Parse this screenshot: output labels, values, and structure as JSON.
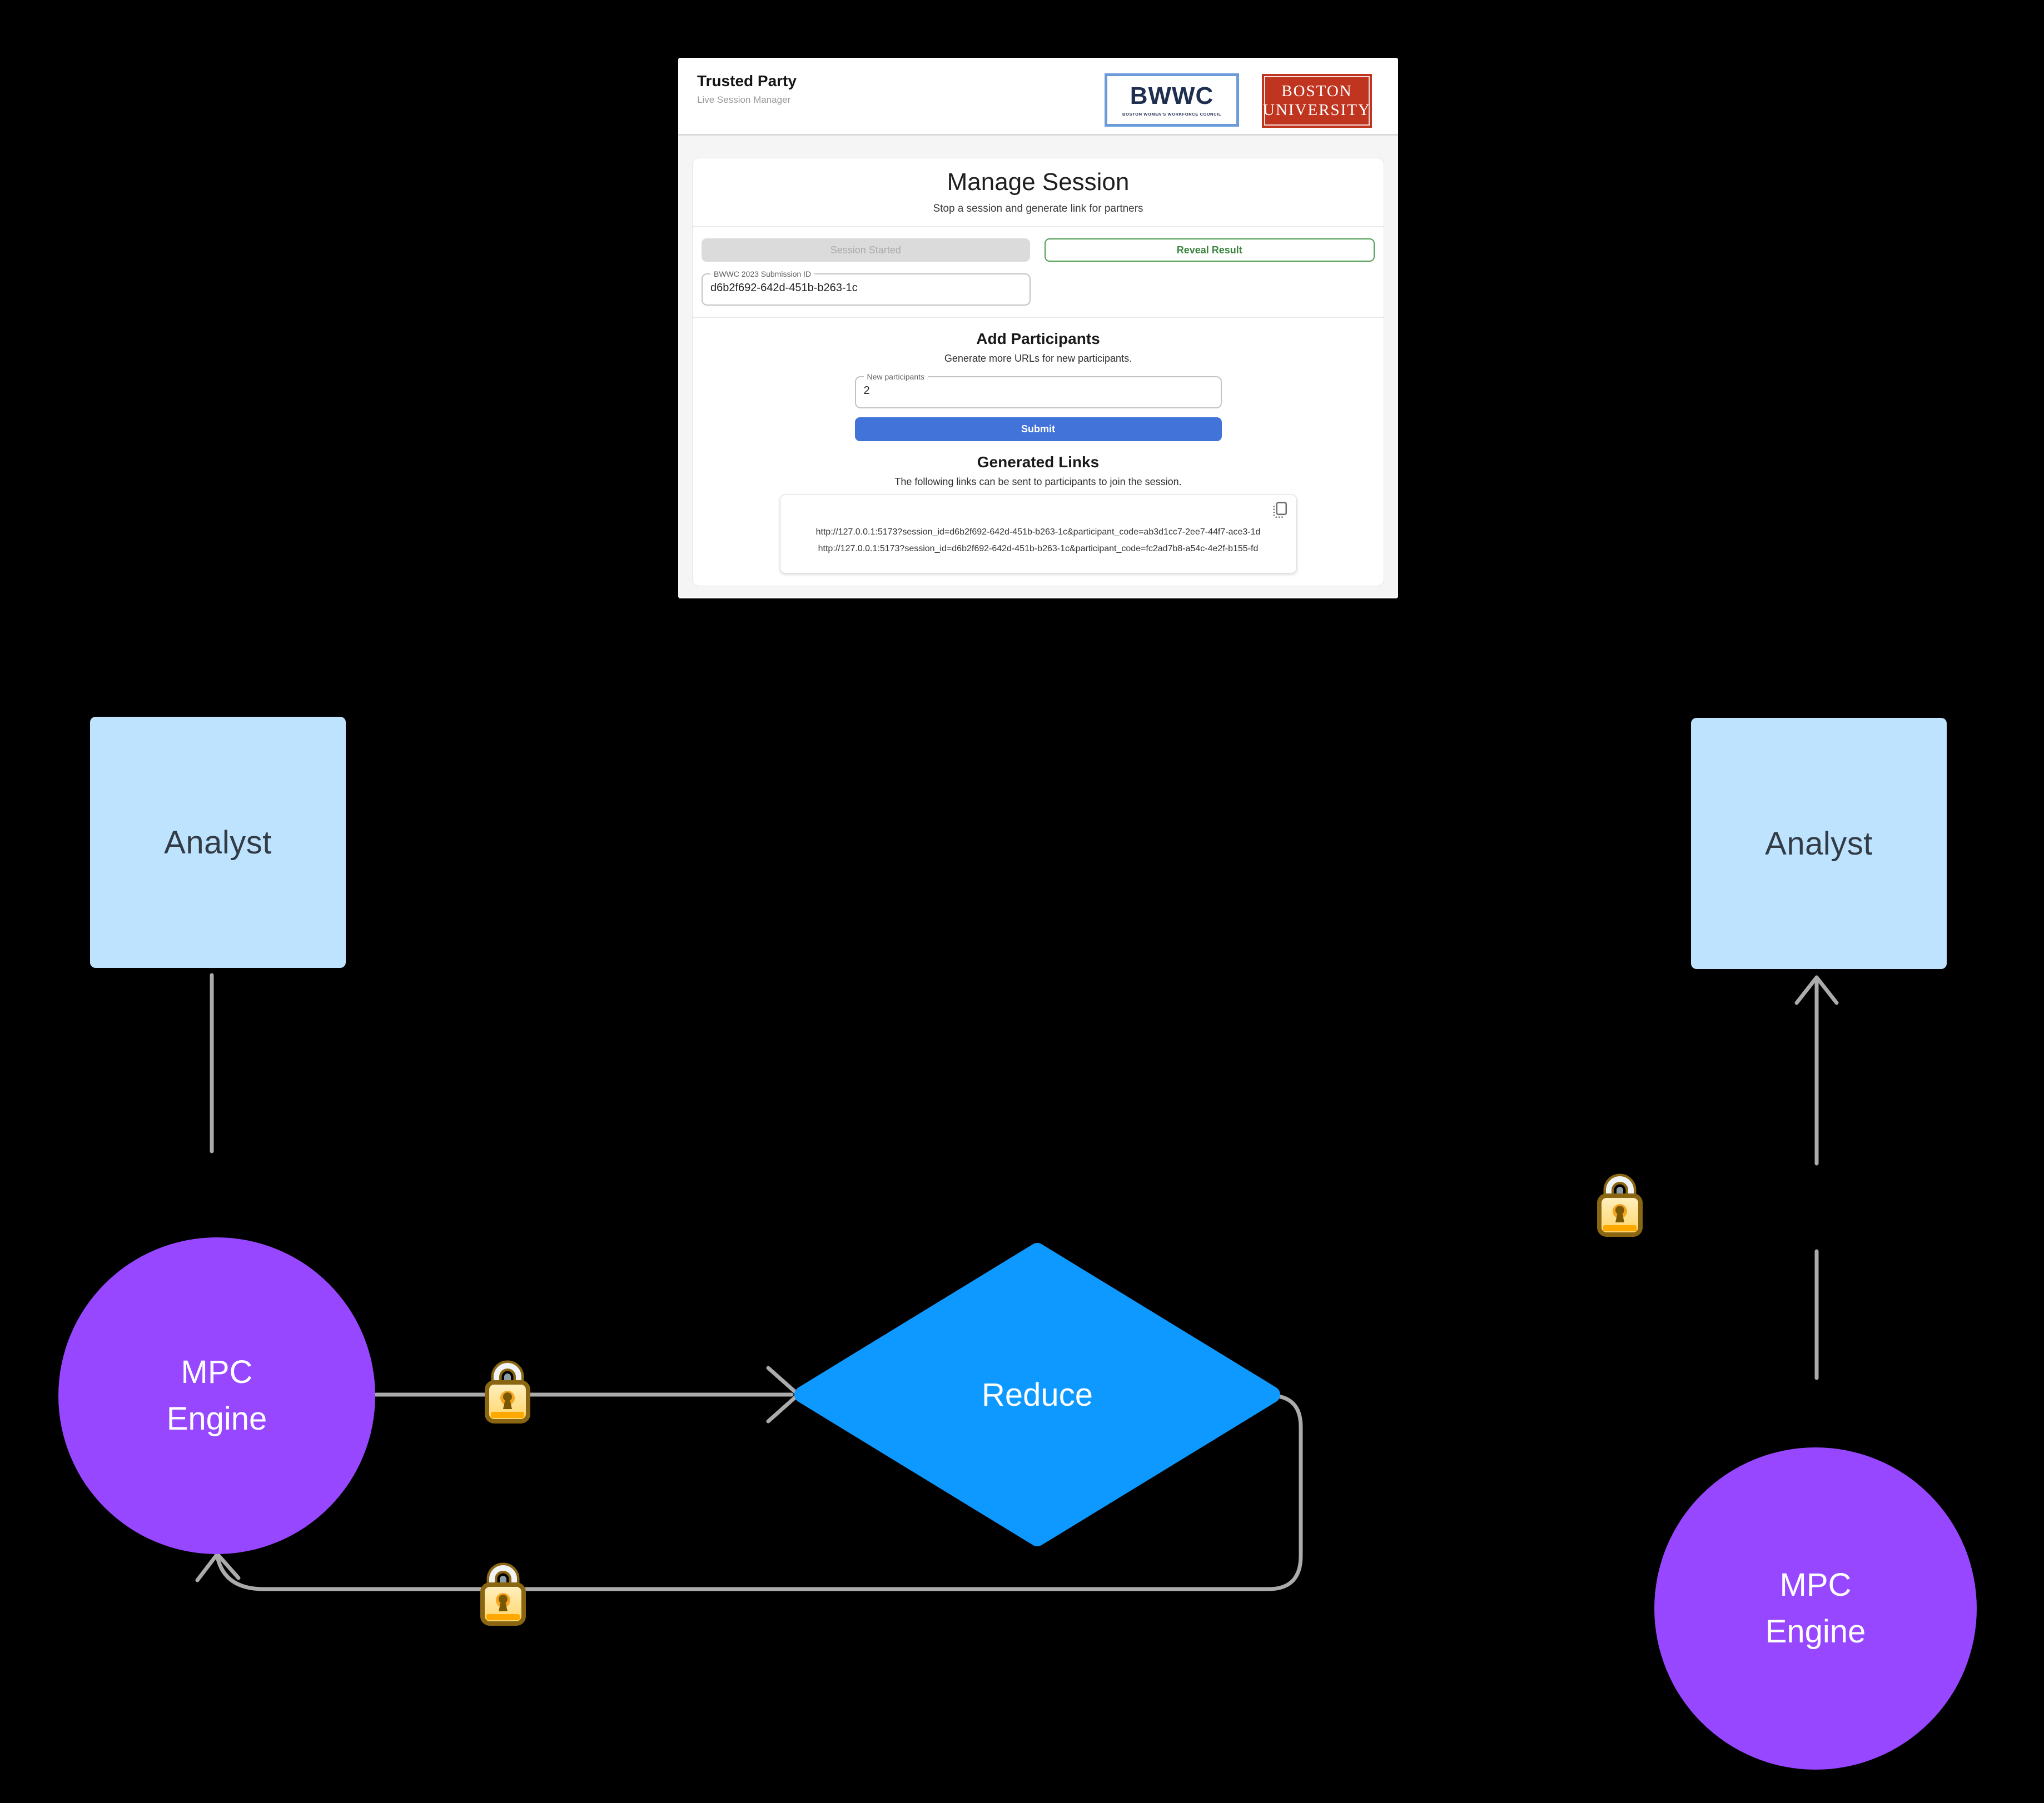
{
  "colors": {
    "background": "#000000",
    "connector": "#ABABAB",
    "analyst_fill": "#BDE3FF",
    "analyst_text": "#333B45",
    "mpc_fill": "#9747FF",
    "mpc_text": "#FFFFFF",
    "reduce_fill": "#0D99FF",
    "reduce_text": "#FFFFFF",
    "submit_blue": "#4273D9",
    "reveal_green": "#3B8540",
    "disabled_gray": "#DBDBDB",
    "disabled_text": "#ABABAB",
    "bu_red": "#C0351F",
    "bwwc_navy": "#1E2F4F",
    "bwwc_border": "#6B9CD9"
  },
  "icons": {
    "copy": "copy-icon",
    "lock": "lock-icon"
  },
  "browser": {
    "header": {
      "title": "Trusted Party",
      "subtitle": "Live Session Manager"
    },
    "logos": {
      "bwwc": {
        "name": "BWWC",
        "caption": "BOSTON WOMEN'S WORKFORCE COUNCIL"
      },
      "bu": {
        "line1": "BOSTON",
        "line2": "UNIVERSITY"
      }
    },
    "manage_session": {
      "title": "Manage Session",
      "subtitle": "Stop a session and generate link for partners",
      "session_started_label": "Session Started",
      "reveal_result_label": "Reveal Result",
      "submission_id_label": "BWWC 2023 Submission ID",
      "submission_id_value": "d6b2f692-642d-451b-b263-1c"
    },
    "add_participants": {
      "title": "Add Participants",
      "subtitle": "Generate more URLs for new participants.",
      "field_label": "New participants",
      "field_value": "2",
      "submit_label": "Submit"
    },
    "generated_links": {
      "title": "Generated Links",
      "subtitle": "The following links can be sent to participants to join the session.",
      "links": [
        "http://127.0.0.1:5173?session_id=d6b2f692-642d-451b-b263-1c&participant_code=ab3d1cc7-2ee7-44f7-ace3-1d",
        "http://127.0.0.1:5173?session_id=d6b2f692-642d-451b-b263-1c&participant_code=fc2ad7b8-a54c-4e2f-b155-fd"
      ]
    }
  },
  "diagram": {
    "analyst_left_label": "Analyst",
    "analyst_right_label": "Analyst",
    "mpc_left": {
      "line1": "MPC",
      "line2": "Engine"
    },
    "mpc_right": {
      "line1": "MPC",
      "line2": "Engine"
    },
    "reduce_label": "Reduce"
  }
}
